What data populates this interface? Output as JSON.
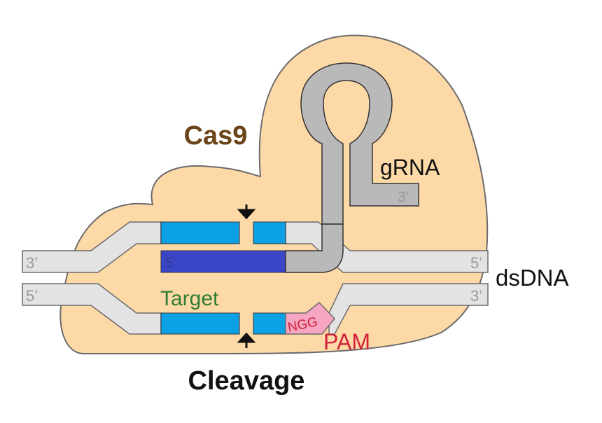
{
  "labels": {
    "protein": "Cas9",
    "guide_rna": "gRNA",
    "guide_rna_end": "3’",
    "top_strand_left_end": "3’",
    "top_strand_right_end": "5’",
    "bottom_strand_left_end": "5’",
    "bottom_strand_right_end": "3’",
    "guide_5prime_end": "5’",
    "target": "Target",
    "pam_sequence": "NGG",
    "pam": "PAM",
    "dsdna": "dsDNA",
    "cleavage": "Cleavage"
  },
  "colors": {
    "protein_fill": "#FDD9A8",
    "outline": "#6b6b6b",
    "strand_fill": "#E3E3E3",
    "strand_end_text": "#9a9a9a",
    "rna_fill": "#B9B9B9",
    "target_fill": "#0BA1E4",
    "guide_fill": "#3A46C7",
    "pam_fill": "#F6A5C3",
    "pam_text": "#D0223A",
    "cas9_text": "#6B4418",
    "target_text": "#2E7D32",
    "black": "#111111"
  }
}
